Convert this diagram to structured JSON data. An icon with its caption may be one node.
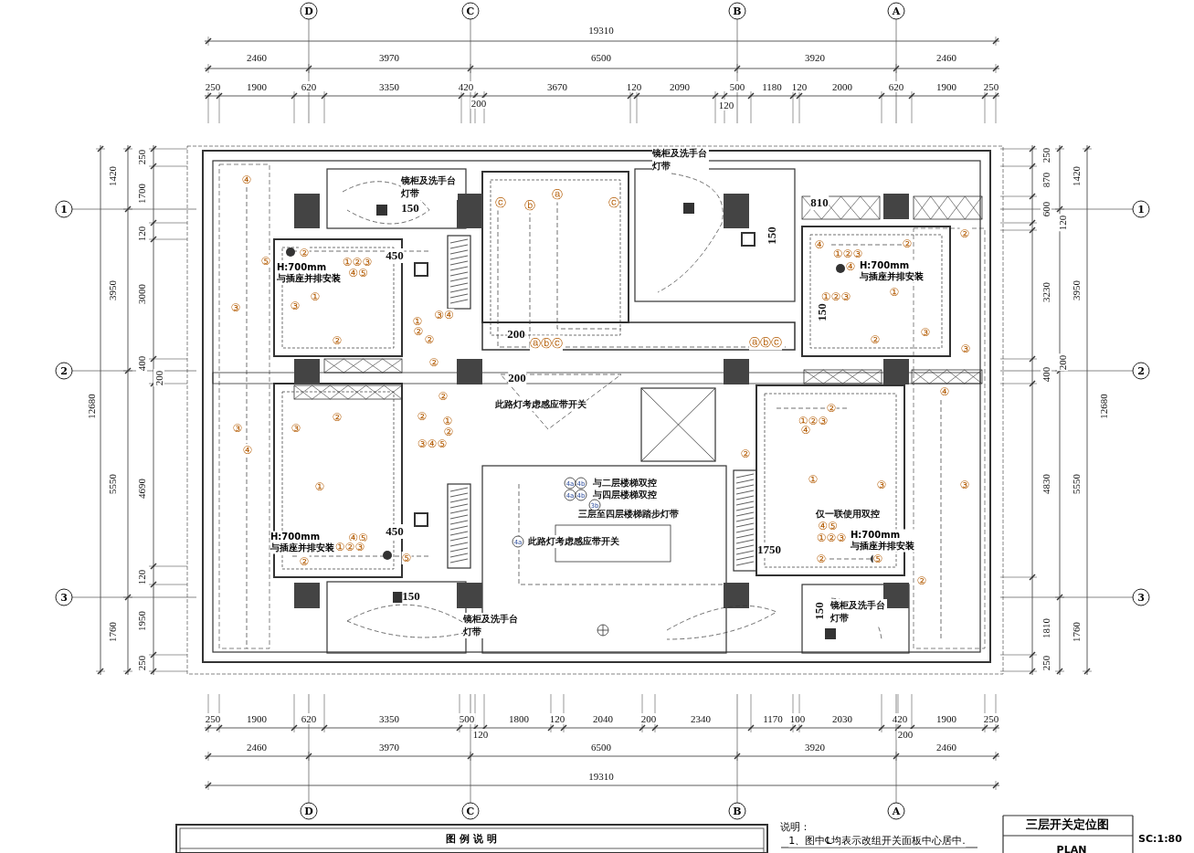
{
  "diagram": {
    "title": "三层开关定位图",
    "labels": [
      "D",
      "C",
      "B",
      "A",
      "19310",
      "2460",
      "3970",
      "6500",
      "3920",
      "2460",
      "250",
      "1900",
      "620",
      "3350",
      "420",
      "3670",
      "120",
      "2090",
      "500",
      "1180",
      "120",
      "2000",
      "620",
      "1900",
      "250",
      "200",
      "120",
      "1",
      "2",
      "3",
      "12680",
      "1420",
      "3950",
      "5550",
      "1760",
      "250",
      "1700",
      "120",
      "3000",
      "400",
      "200",
      "4690",
      "120",
      "1950",
      "250",
      "250",
      "870",
      "600",
      "120",
      "3230",
      "400",
      "200",
      "4830",
      "1810",
      "250",
      "1420",
      "3950",
      "5550",
      "1760",
      "12680",
      "1",
      "2",
      "3",
      "镜柜及洗手台灯带",
      "镜柜及洗手台灯带",
      "150",
      "810",
      "150",
      "H:700mm 与插座并排安装",
      "450",
      "H:700mm 与插座并排安装",
      "150",
      "200",
      "200",
      "此路灯考虑感应带开关",
      "与二层楼梯双控",
      "与四层楼梯双控",
      "三层至四层楼梯踏步灯带",
      "仅一联使用双控",
      "此路灯考虑感应带开关",
      "450",
      "H:700mm 与插座并排安装",
      "H:700mm 与插座并排安装",
      "1750",
      "150",
      "镜柜及洗手台灯带",
      "150",
      "镜柜及洗手台灯带",
      "250",
      "1900",
      "620",
      "3350",
      "500",
      "1800",
      "120",
      "2040",
      "200",
      "2340",
      "1170",
      "100",
      "2030",
      "420",
      "1900",
      "250",
      "120",
      "200",
      "2460",
      "3970",
      "6500",
      "3920",
      "2460",
      "19310",
      "D",
      "C",
      "B",
      "A",
      "说明：",
      "1、图中℄均表示改组开关面板中心居中.",
      "SC:1:80",
      "图 例 说 明",
      "PLAN",
      "④",
      "⑤",
      "②",
      "①②③",
      "④⑤",
      "①",
      "③",
      "③",
      "②",
      "③④",
      "①",
      "②",
      "②",
      "②",
      "ⓒ",
      "ⓑ",
      "ⓐ",
      "ⓐⓑⓒ",
      "ⓒ",
      "ⓐⓑⓒ",
      "④",
      "②",
      "①②③",
      "④",
      "①②③",
      "①",
      "③",
      "②",
      "②",
      "③",
      "②",
      "②",
      "①",
      "②",
      "③④⑤",
      "③",
      "④",
      "②",
      "③",
      "①",
      "④⑤",
      "①②③",
      "②",
      "⑤",
      "4a",
      "4b",
      "4a",
      "4b",
      "3b",
      "4a",
      "②",
      "①②③",
      "④",
      "②",
      "①",
      "③",
      "④⑤",
      "①②③",
      "②",
      "⑤",
      "④",
      "③",
      "②"
    ]
  }
}
